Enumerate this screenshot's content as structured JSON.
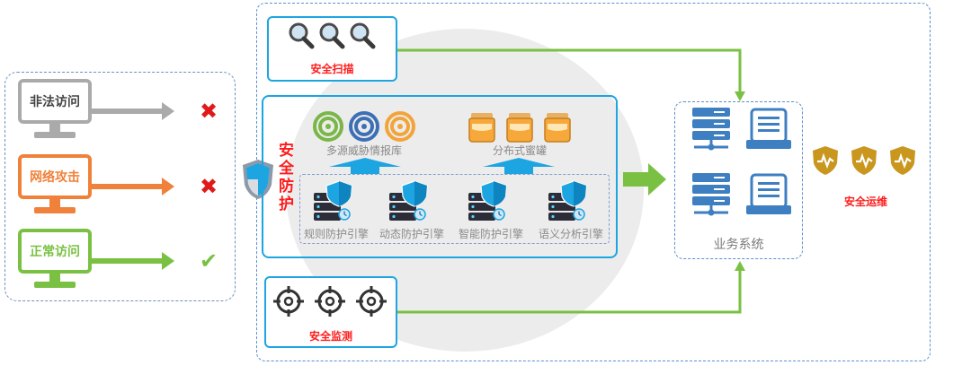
{
  "access": [
    {
      "label": "非法访问",
      "result": "✖",
      "theme": "#aaaaaa",
      "result_color": "#e0191a"
    },
    {
      "label": "网络攻击",
      "result": "✖",
      "theme": "#f0813a",
      "result_color": "#e0191a"
    },
    {
      "label": "正常访问",
      "result": "✔",
      "theme": "#7ac143",
      "result_color": "#7ac143"
    }
  ],
  "security_scan": {
    "label": "安全扫描"
  },
  "security_protection": {
    "label_chars": [
      "安",
      "全",
      "防",
      "护"
    ],
    "threat_intel": "多源威胁情报库",
    "honeypot": "分布式蜜罐",
    "engines": [
      "规则防护引擎",
      "动态防护引擎",
      "智能防护引擎",
      "语义分析引擎"
    ]
  },
  "security_monitor": {
    "label": "安全监测"
  },
  "business": {
    "label": "业务系统"
  },
  "security_ops": {
    "label": "安全运维"
  },
  "colors": {
    "accent_blue": "#1da5e2",
    "green_flow": "#7ac143",
    "red": "#ff1a1a",
    "server_blue": "#3d7fc1"
  }
}
